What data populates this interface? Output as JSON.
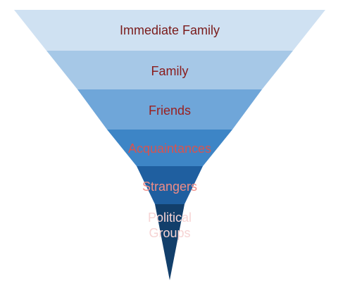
{
  "diagram": {
    "type": "inverted-funnel",
    "layers": [
      {
        "label_lines": [
          "Immediate Family"
        ],
        "fill": "#cfe1f2",
        "text_color": "#7a1b1b"
      },
      {
        "label_lines": [
          "Family"
        ],
        "fill": "#a6c8e7",
        "text_color": "#8a1c1c"
      },
      {
        "label_lines": [
          "Friends"
        ],
        "fill": "#6fa6d9",
        "text_color": "#9a1f1f"
      },
      {
        "label_lines": [
          "Acquaintances"
        ],
        "fill": "#3d85c6",
        "text_color": "#d9534f"
      },
      {
        "label_lines": [
          "Strangers"
        ],
        "fill": "#1f5fa0",
        "text_color": "#f08c86"
      },
      {
        "label_lines": [
          "Political",
          "Groups"
        ],
        "fill": "#123f6b",
        "text_color": "#f6d4d4"
      }
    ]
  }
}
